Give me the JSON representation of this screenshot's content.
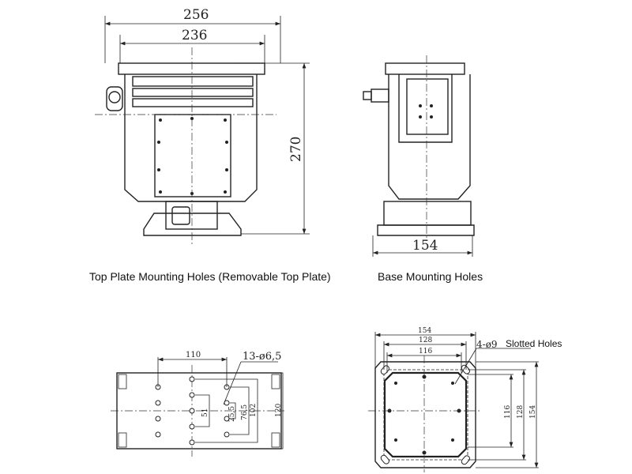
{
  "front_view": {
    "width_outer": "256",
    "width_inner": "236",
    "height": "270"
  },
  "side_view": {
    "base_width": "154"
  },
  "captions": {
    "top_plate": "Top Plate Mounting Holes (Removable Top Plate)",
    "base": "Base Mounting Holes"
  },
  "top_plate": {
    "hole_spacing": "110",
    "hole_callout": "13-ø6,5",
    "dim_51": "51",
    "dim_25_5": "25,5",
    "dim_76_5": "76,5",
    "dim_102": "102",
    "dim_120": "120"
  },
  "base_plate": {
    "dim_h_outer": "154",
    "dim_h_mid": "128",
    "dim_h_inner": "116",
    "slot_callout": "4-ø9",
    "slot_label": "Slotted Holes",
    "dim_v_inner": "116",
    "dim_v_mid": "128",
    "dim_v_outer": "154"
  }
}
